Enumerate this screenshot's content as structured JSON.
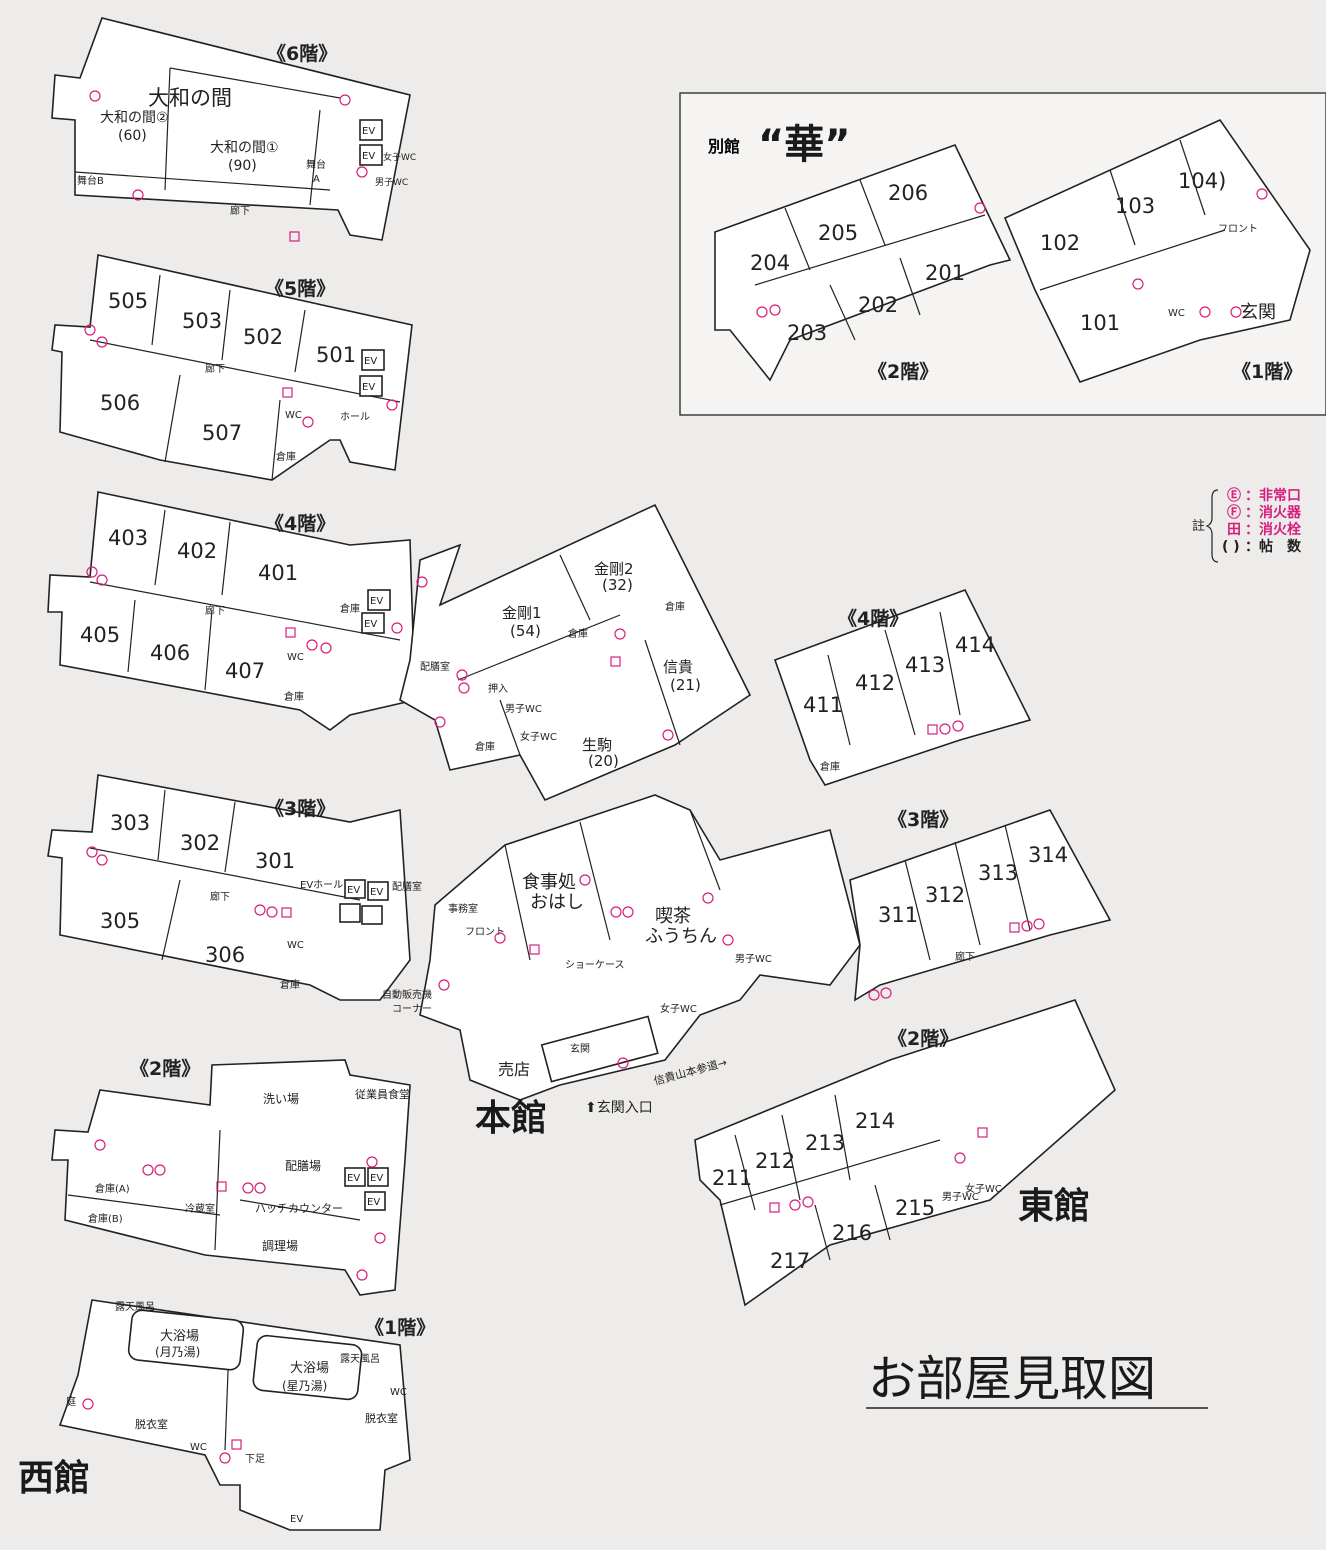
{
  "map_title": "お部屋見取図",
  "buildings": {
    "honkan": "本館",
    "higashi": "東館",
    "nishi": "西館",
    "bekkan_prefix": "別館",
    "bekkan_name": "“華”"
  },
  "floors": {
    "f6": "《6階》",
    "f5": "《5階》",
    "f4": "《4階》",
    "f3": "《3階》",
    "f2": "《2階》",
    "f1": "《1階》"
  },
  "symbols": {
    "exit": "Ⓔ",
    "extinguisher": "Ⓕ",
    "hydrant": "田"
  },
  "legend": {
    "note": "註",
    "items": [
      {
        "symbol": "Ⓔ",
        "label": "：非常口"
      },
      {
        "symbol": "Ⓕ",
        "label": "：消火器"
      },
      {
        "symbol": "田",
        "label": "：消火栓"
      },
      {
        "symbol": "( )",
        "label": "：帖　数"
      }
    ]
  },
  "west": {
    "f6": {
      "yamato": "大和の間",
      "yamato2": "大和の間②",
      "yamato2_size": "(60)",
      "yamato1": "大和の間①",
      "yamato1_size": "(90)",
      "stage_a": "舞台",
      "stage_a2": "A",
      "stage_b": "舞台B",
      "corridor": "廊下",
      "elevator": "エレベーター",
      "ev": "EV",
      "wc_f": "女子WC",
      "wc_m": "男子WC"
    },
    "f5": {
      "rooms": [
        "505",
        "503",
        "502",
        "501",
        "506",
        "507"
      ],
      "corridor": "廊下",
      "hall": "ホール",
      "storage": "倉庫",
      "wc": "WC",
      "elevator": "エレベーター",
      "ev": "EV"
    },
    "f4": {
      "rooms": [
        "403",
        "402",
        "401",
        "405",
        "406",
        "407"
      ],
      "corridor": "廊下",
      "storage": "倉庫",
      "wc": "WC",
      "ev": "EV"
    },
    "f3": {
      "rooms": [
        "303",
        "302",
        "301",
        "305",
        "306"
      ],
      "corridor": "廊下",
      "ev_hall": "EVホール",
      "storage": "倉庫",
      "wc": "WC",
      "ev": "EV",
      "haizen": "配膳室"
    },
    "f2": {
      "arai": "洗い場",
      "jyugyoin": "従業員食堂",
      "haizenjo": "配膳場",
      "soko_a": "倉庫(A)",
      "soko_b": "倉庫(B)",
      "reizo": "冷蔵室",
      "hatch": "ハッチカウンター",
      "choriba": "調理場",
      "elevator": "エレベーター",
      "ev": "EV"
    },
    "f1": {
      "roten1": "露天風呂",
      "roten2": "露天風呂",
      "ofuro_tsuki": "大浴場",
      "tsuki": "(月乃湯)",
      "ofuro_hoshi": "大浴場",
      "hoshi": "(星乃湯)",
      "datsui": "脱衣室",
      "datsui2": "脱衣室",
      "wc": "WC",
      "geta": "下足",
      "ev": "EV",
      "niwa": "庭"
    }
  },
  "honkan": {
    "f4": {
      "kongo1": "金剛1",
      "kongo1_size": "(54)",
      "kongo2": "金剛2",
      "kongo2_size": "(32)",
      "shigi": "信貴",
      "shigi_size": "(21)",
      "ikoma": "生駒",
      "ikoma_size": "(20)",
      "haizen": "配膳室",
      "oshiire": "押入",
      "soko": "倉庫",
      "wc_m": "男子WC",
      "wc_f": "女子WC"
    },
    "f1": {
      "shokuji": "食事処",
      "ohashi": "おはし",
      "kissa": "喫茶",
      "fuuchin": "ふうちん",
      "jimu": "事務室",
      "front": "フロント",
      "showcase": "ショーケース",
      "jihanki": "自動販売機",
      "corner": "コーナー",
      "baiten": "売店",
      "genkan": "玄関",
      "genkan_entry": "⬆玄関入口",
      "sando": "信貴山本参道→",
      "wc_m": "男子WC",
      "wc_f": "女子WC"
    }
  },
  "east": {
    "f4": {
      "rooms": [
        "411",
        "412",
        "413",
        "414"
      ],
      "storage": "倉庫"
    },
    "f3": {
      "rooms": [
        "311",
        "312",
        "313",
        "314"
      ],
      "corridor": "廊下"
    },
    "f2": {
      "rooms": [
        "211",
        "212",
        "213",
        "214",
        "217",
        "216",
        "215"
      ],
      "wc_m": "男子WC",
      "wc_f": "女子WC"
    }
  },
  "annex": {
    "f2": {
      "rooms": [
        "204",
        "205",
        "206",
        "203",
        "202",
        "201"
      ]
    },
    "f1": {
      "rooms": [
        "102",
        "103",
        "104)",
        "101"
      ],
      "front": "フロント",
      "genkan": "玄関",
      "wc": "WC"
    }
  }
}
